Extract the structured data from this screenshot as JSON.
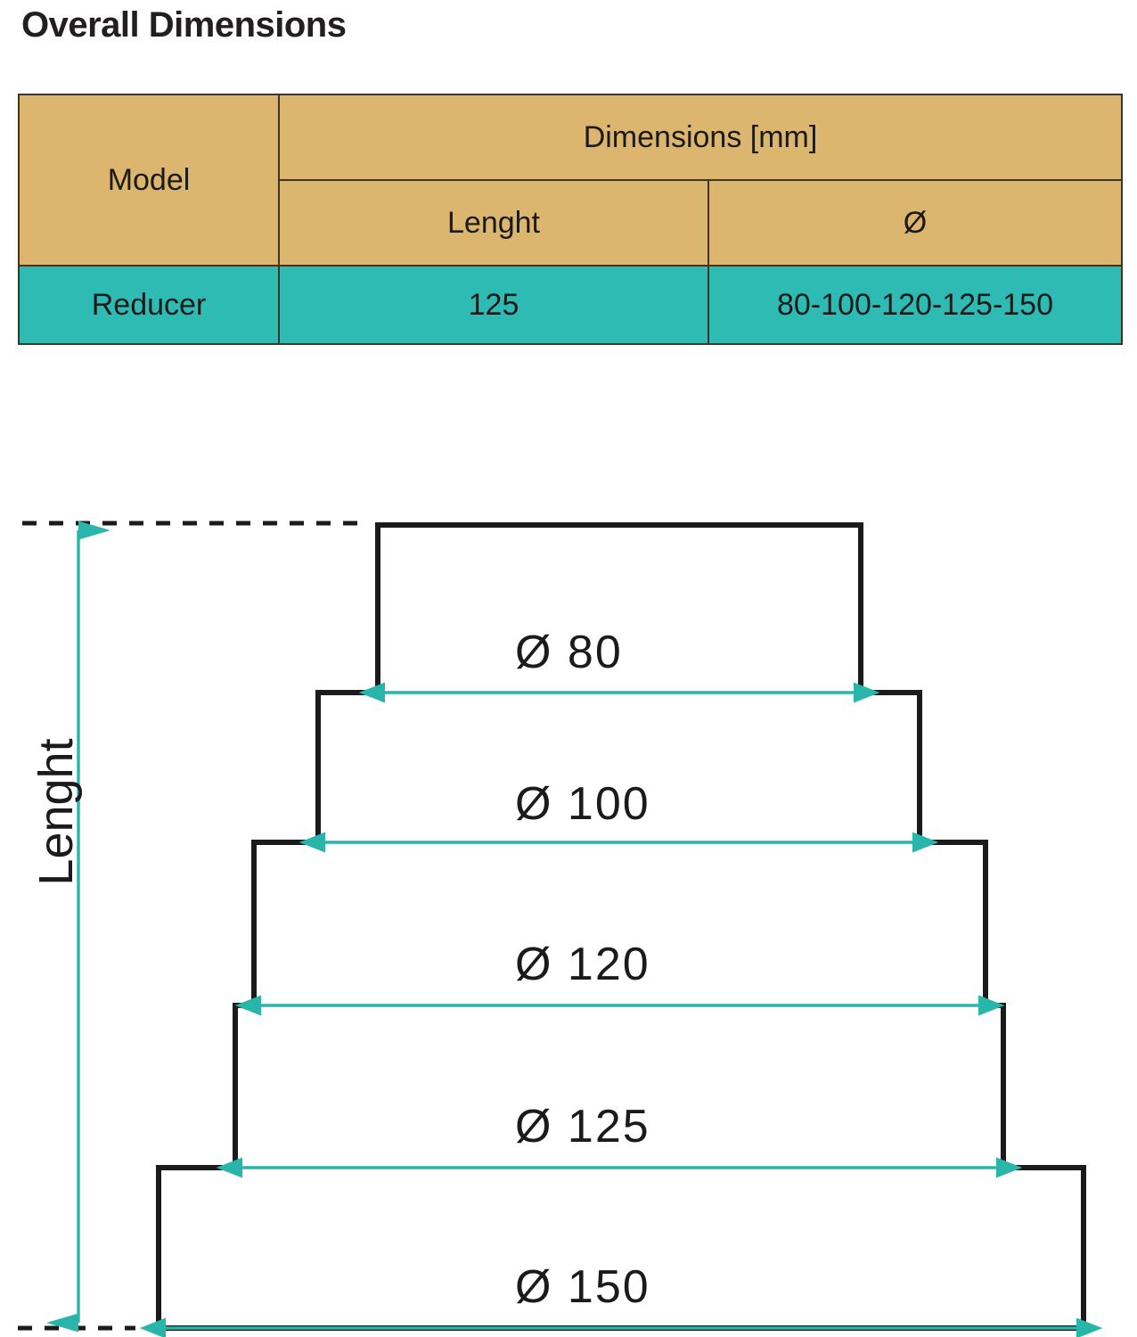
{
  "page": {
    "title": "Overall Dimensions"
  },
  "table": {
    "headers": {
      "model": "Model",
      "dimensions": "Dimensions [mm]",
      "length": "Lenght",
      "diameter": "Ø"
    },
    "rows": [
      {
        "model": "Reducer",
        "length": "125",
        "diameter": "80-100-120-125-150"
      }
    ]
  },
  "drawing": {
    "vertical_label": "Lenght",
    "diameter_labels": [
      "Ø 80",
      "Ø 100",
      "Ø 120",
      "Ø 125",
      "Ø 150"
    ]
  },
  "colors": {
    "header_tan": "#dcb56e",
    "row_teal": "#2dbbb4",
    "dimension_teal": "#2ab5ab",
    "outline_black": "#1b1b1b",
    "text_black": "#231f20",
    "background": "#ffffff"
  },
  "chart_data": {
    "type": "table",
    "title": "Overall Dimensions",
    "columns": [
      "Model",
      "Lenght",
      "Ø"
    ],
    "units": "mm",
    "rows": [
      [
        "Reducer",
        "125",
        "80-100-120-125-150"
      ]
    ],
    "stepped_profile_diameters_mm": [
      80,
      100,
      120,
      125,
      150
    ],
    "overall_length_mm": 125
  }
}
